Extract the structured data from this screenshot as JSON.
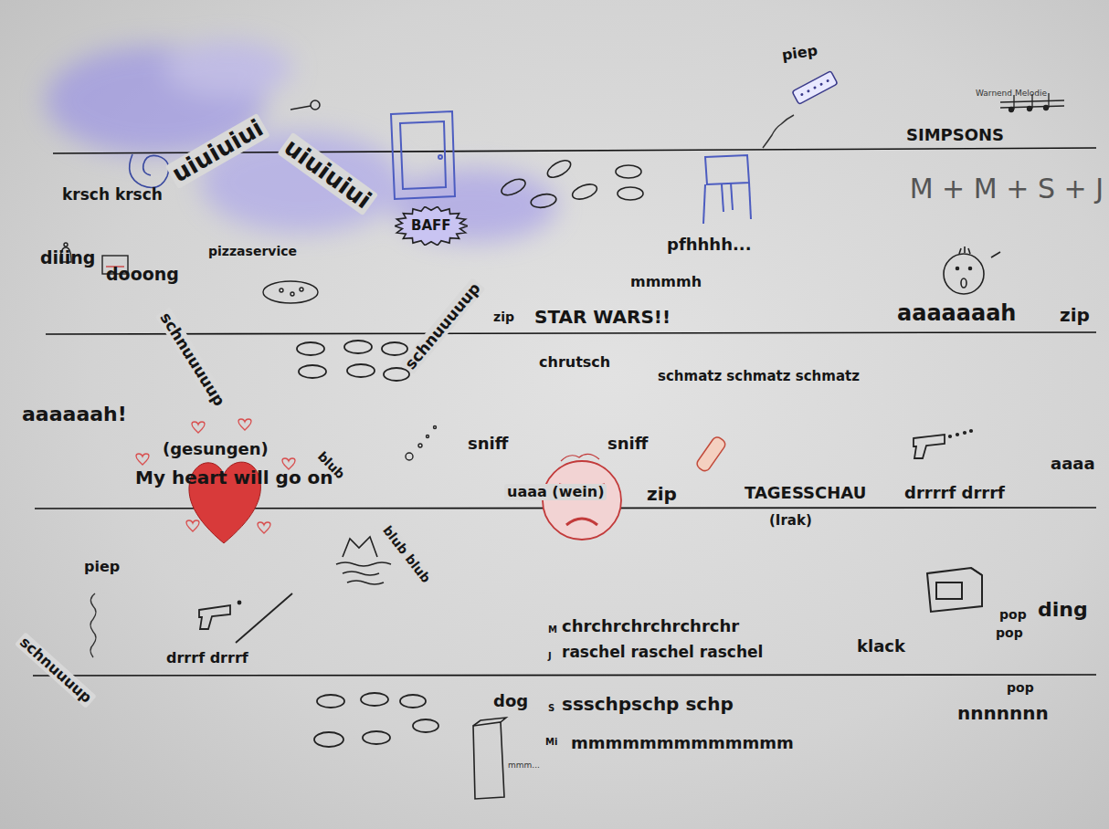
{
  "diagram": {
    "nodes": [
      {
        "text": [
          "BAFF"
        ]
      }
    ],
    "labels": [
      "piep",
      "Warnend Melodie",
      "SIMPSONS",
      "M + M + S + J",
      "krsch krsch",
      "uiuiuiui",
      "uiuiuiui",
      "pfhhhh...",
      "mmmmh",
      "diiing",
      "dooong",
      "pizzaservice",
      "schnuuuuup",
      "schnuuuuup",
      "zip",
      "STAR WARS!!",
      "chrutsch",
      "schmatz schmatz schmatz",
      "aaaaaaah",
      "zip",
      "aaaaaah!",
      "(gesungen)",
      "My heart will go on",
      "blub",
      "blub blub",
      "sniff",
      "sniff",
      "uaaa (wein)",
      "zip",
      "TAGESSCHAU",
      "(Irak)",
      "drrrrf drrrf",
      "aaaa",
      "piep",
      "schnuuuup",
      "drrrf drrrf",
      "M",
      "chrchrchrchrchrchr",
      "J",
      "raschel raschel raschel",
      "dog",
      "S",
      "ssschpschp schp",
      "Mi",
      "mmmmmmmmmmmmm",
      "mmm...",
      "klack",
      "pop",
      "pop",
      "pop",
      "ding",
      "nnnnnnn"
    ]
  }
}
